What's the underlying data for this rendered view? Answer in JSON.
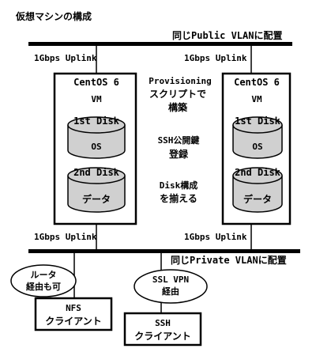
{
  "diagram": {
    "title": "仮想マシンの構成",
    "public_vlan": "同じPublic VLANに配置",
    "private_vlan": "同じPrivate VLANに配置",
    "uplinks": {
      "left_top": "1Gbps Uplink",
      "right_top": "1Gbps Uplink",
      "left_bottom": "1Gbps Uplink",
      "right_bottom": "1Gbps Uplink"
    },
    "servers": [
      {
        "name": "CentOS 6",
        "vm": "VM",
        "disk1_label": "1st Disk",
        "disk1_content": "OS",
        "disk2_label": "2nd Disk",
        "disk2_content": "データ"
      },
      {
        "name": "CentOS 6",
        "vm": "VM",
        "disk1_label": "1st Disk",
        "disk1_content": "OS",
        "disk2_label": "2nd Disk",
        "disk2_content": "データ"
      }
    ],
    "middle": {
      "step1_line1": "Provisioning",
      "step1_line2": "スクリプトで",
      "step1_line3": "構築",
      "step2_line1": "SSH公開鍵",
      "step2_line2": "登録",
      "step3_line1": "Disk構成",
      "step3_line2": "を揃える"
    },
    "nfs": {
      "bubble_line1": "ルータ",
      "bubble_line2": "経由も可",
      "line1": "NFS",
      "line2": "クライアント"
    },
    "ssh": {
      "bubble_line1": "SSL VPN",
      "bubble_line2": "経由",
      "line1": "SSH",
      "line2": "クライアント"
    }
  }
}
